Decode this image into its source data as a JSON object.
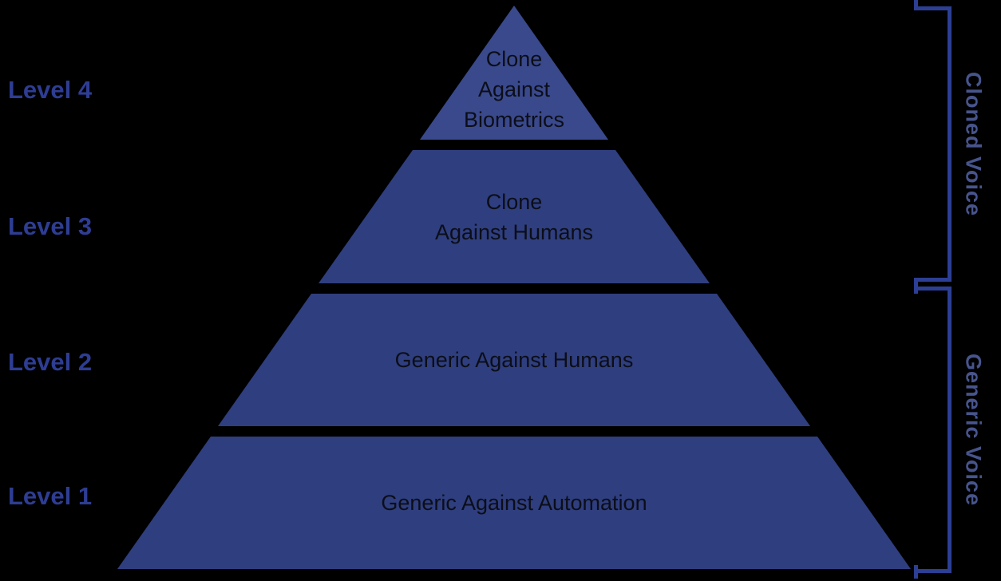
{
  "diagram_type": "pyramid",
  "levels": [
    {
      "side_label": "Level 4",
      "lines": [
        "Clone",
        "Against",
        "Biometrics"
      ]
    },
    {
      "side_label": "Level 3",
      "lines": [
        "Clone",
        "Against Humans"
      ]
    },
    {
      "side_label": "Level 2",
      "lines": [
        "Generic Against Humans"
      ]
    },
    {
      "side_label": "Level 1",
      "lines": [
        "Generic Against Automation"
      ]
    }
  ],
  "brackets": [
    {
      "label": "Cloned Voice",
      "covers": [
        "Level 4",
        "Level 3"
      ]
    },
    {
      "label": "Generic Voice",
      "covers": [
        "Level 2",
        "Level 1"
      ]
    }
  ],
  "colors": {
    "bg": "#000000",
    "pyramid_fill": "#2f3e7e",
    "pyramid_fill_top": "#3a498c",
    "pyramid_text": "#0b0e18",
    "label_blue": "#2e3d92",
    "bracket_blue": "#2c3f94",
    "vertical_text": "#47548c"
  }
}
